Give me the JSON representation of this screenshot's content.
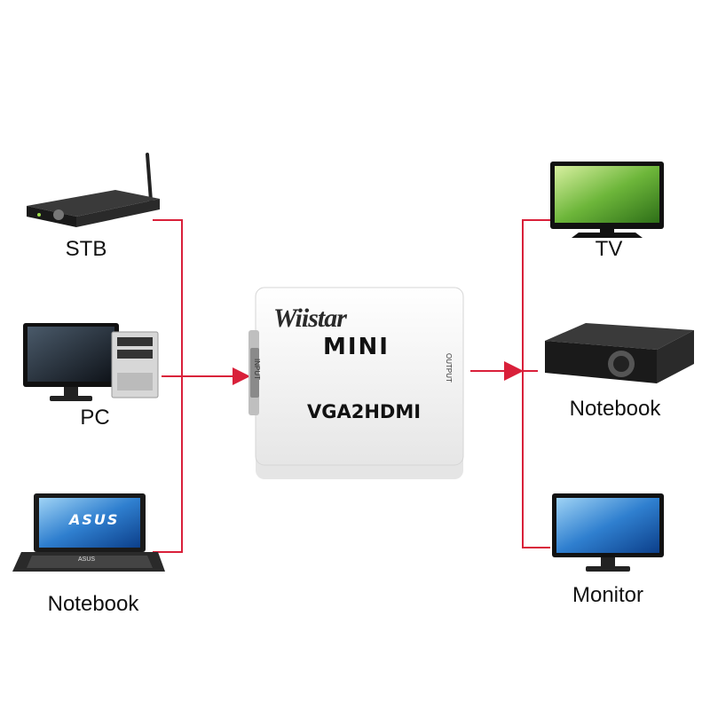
{
  "inputs": [
    {
      "id": "stb",
      "label": "STB",
      "icon": "set-top-box-icon"
    },
    {
      "id": "pc",
      "label": "PC",
      "icon": "desktop-pc-icon"
    },
    {
      "id": "notebook",
      "label": "Notebook",
      "icon": "laptop-icon"
    }
  ],
  "outputs": [
    {
      "id": "tv",
      "label": "TV",
      "icon": "tv-icon"
    },
    {
      "id": "projector",
      "label": "Notebook",
      "icon": "projector-icon"
    },
    {
      "id": "monitor",
      "label": "Monitor",
      "icon": "monitor-icon"
    }
  ],
  "device": {
    "brand": "Wiistar",
    "model_line": "MINI",
    "name": "VGA2HDMI",
    "input_port_label": "INPUT",
    "output_port_label": "OUTPUT",
    "laptop_screen_logo": "ASUS",
    "laptop_body_logo": "ASUS"
  },
  "colors": {
    "connector_line": "#d9203a",
    "device_body": "#f4f4f4",
    "screen_blue": "#1d5fa8",
    "screen_green": "#5aa02c",
    "dark_device": "#1c1c1c"
  }
}
